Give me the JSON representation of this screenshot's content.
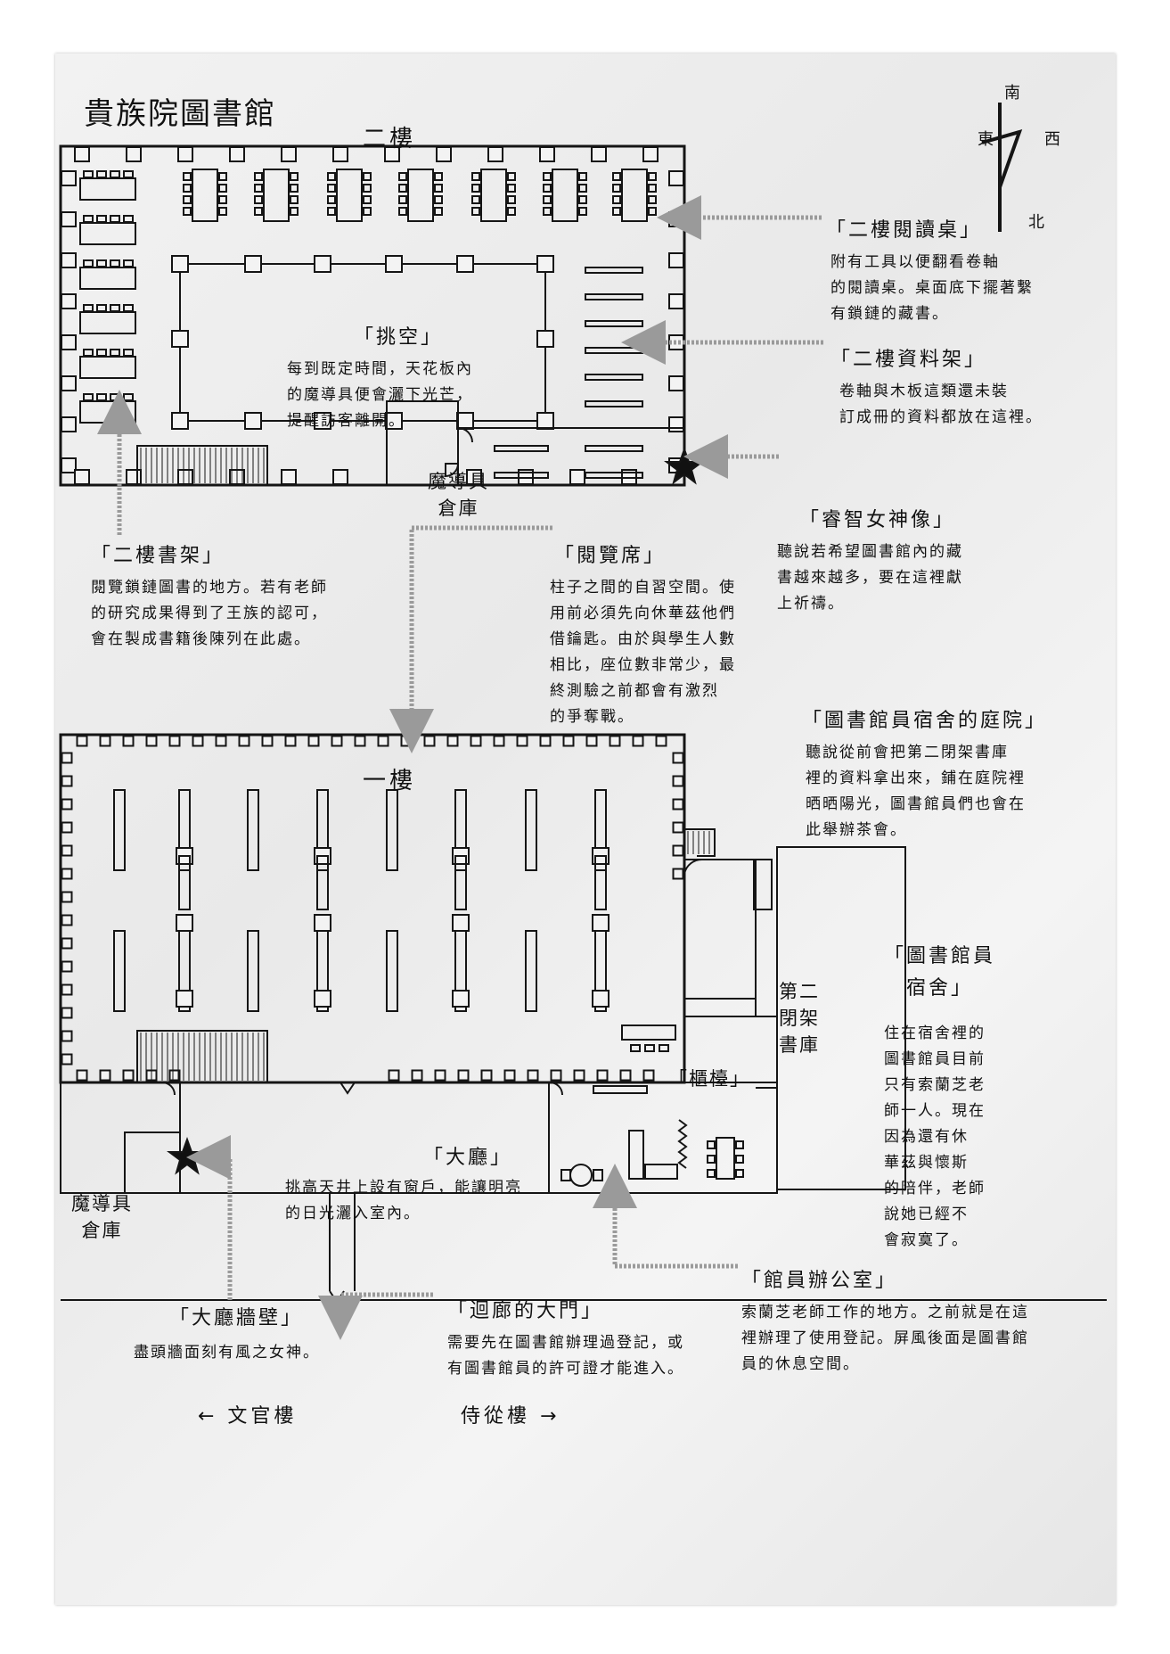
{
  "title": "貴族院圖書館",
  "compass": {
    "top": "南",
    "left": "東",
    "right": "西",
    "bottom": "北"
  },
  "floors": {
    "second": "二樓",
    "first": "一樓"
  },
  "rooms": {
    "storage_2f": "魔導具\n倉庫",
    "storage_1f": "魔導具\n倉庫",
    "stacks_2": "第二\n閉架\n書庫",
    "counter": "「櫃檯」"
  },
  "annotations": {
    "atrium": {
      "title": "「挑空」",
      "text": "每到既定時間，天花板內\n的魔導具便會灑下光芒，\n提醒訪客離開。"
    },
    "desks_2f": {
      "title": "「二樓閱讀桌」",
      "text": "附有工具以便翻看卷軸\n的閱讀桌。桌面底下擺著繫\n有鎖鏈的藏書。"
    },
    "racks_2f": {
      "title": "「二樓資料架」",
      "text": "卷軸與木板這類還未裝\n訂成冊的資料都放在這裡。"
    },
    "statue": {
      "title": "「睿智女神像」",
      "text": "聽說若希望圖書館內的藏\n書越來越多，要在這裡獻\n上祈禱。"
    },
    "shelves_2f": {
      "title": "「二樓書架」",
      "text": "閱覽鎖鏈圖書的地方。若有老師\n的研究成果得到了王族的認可，\n會在製成書籍後陳列在此處。"
    },
    "reading": {
      "title": "「閱覽席」",
      "text": "柱子之間的自習空間。使\n用前必須先向休華茲他們\n借鑰匙。由於與學生人數\n相比，座位數非常少，最\n終測驗之前都會有激烈\n的爭奪戰。"
    },
    "courtyard": {
      "title": "「圖書館員宿舍的庭院」",
      "text": "聽說從前會把第二閉架書庫\n裡的資料拿出來，鋪在庭院裡\n晒晒陽光，圖書館員們也會在\n此舉辦茶會。"
    },
    "dorm": {
      "title": "「圖書館員\n宿舍」",
      "text": "住在宿舍裡的\n圖書館員目前\n只有索蘭芝老\n師一人。現在\n因為還有休\n華茲與懷斯\n的陪伴，老師\n說她已經不\n會寂寞了。"
    },
    "hall": {
      "title": "「大廳」",
      "text": "挑高天井上設有窗戶，能讓明亮\n的日光灑入室內。"
    },
    "hall_wall": {
      "title": "「大廳牆壁」",
      "text": "盡頭牆面刻有風之女神。"
    },
    "gate": {
      "title": "「迴廊的大門」",
      "text": "需要先在圖書館辦理過登記，或\n有圖書館員的許可證才能進入。"
    },
    "office": {
      "title": "「館員辦公室」",
      "text": "索蘭芝老師工作的地方。之前就是在這\n裡辦理了使用登記。屏風後面是圖書館\n員的休息空間。"
    }
  },
  "directions": {
    "left": "← 文官樓",
    "right": "侍從樓 →"
  },
  "colors": {
    "ink": "#151515",
    "paper": "#eeeeee",
    "arrow": "#9a9a9a"
  }
}
